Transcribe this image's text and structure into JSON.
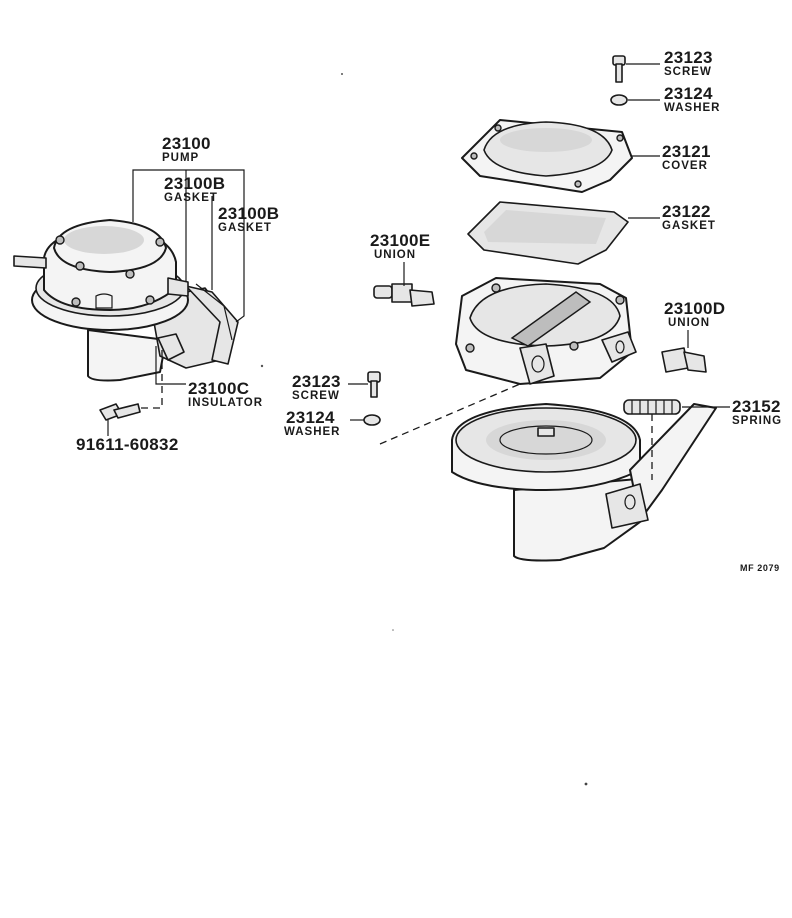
{
  "callouts": {
    "pump": {
      "number": "23100",
      "name": "PUMP"
    },
    "gasket_1": {
      "number": "23100B",
      "name": "GASKET"
    },
    "gasket_2": {
      "number": "23100B",
      "name": "GASKET"
    },
    "insulator": {
      "number": "23100C",
      "name": "INSULATOR"
    },
    "bolt": {
      "number": "91611-60832"
    },
    "union_e": {
      "number": "23100E",
      "name": "UNION"
    },
    "screw_left": {
      "number": "23123",
      "name": "SCREW"
    },
    "washer_left": {
      "number": "23124",
      "name": "WASHER"
    },
    "screw_top": {
      "number": "23123",
      "name": "SCREW"
    },
    "washer_top": {
      "number": "23124",
      "name": "WASHER"
    },
    "cover": {
      "number": "23121",
      "name": "COVER"
    },
    "gasket_3": {
      "number": "23122",
      "name": "GASKET"
    },
    "union_d": {
      "number": "23100D",
      "name": "UNION"
    },
    "spring": {
      "number": "23152",
      "name": "SPRING"
    }
  },
  "figure_code": "MF 2079"
}
